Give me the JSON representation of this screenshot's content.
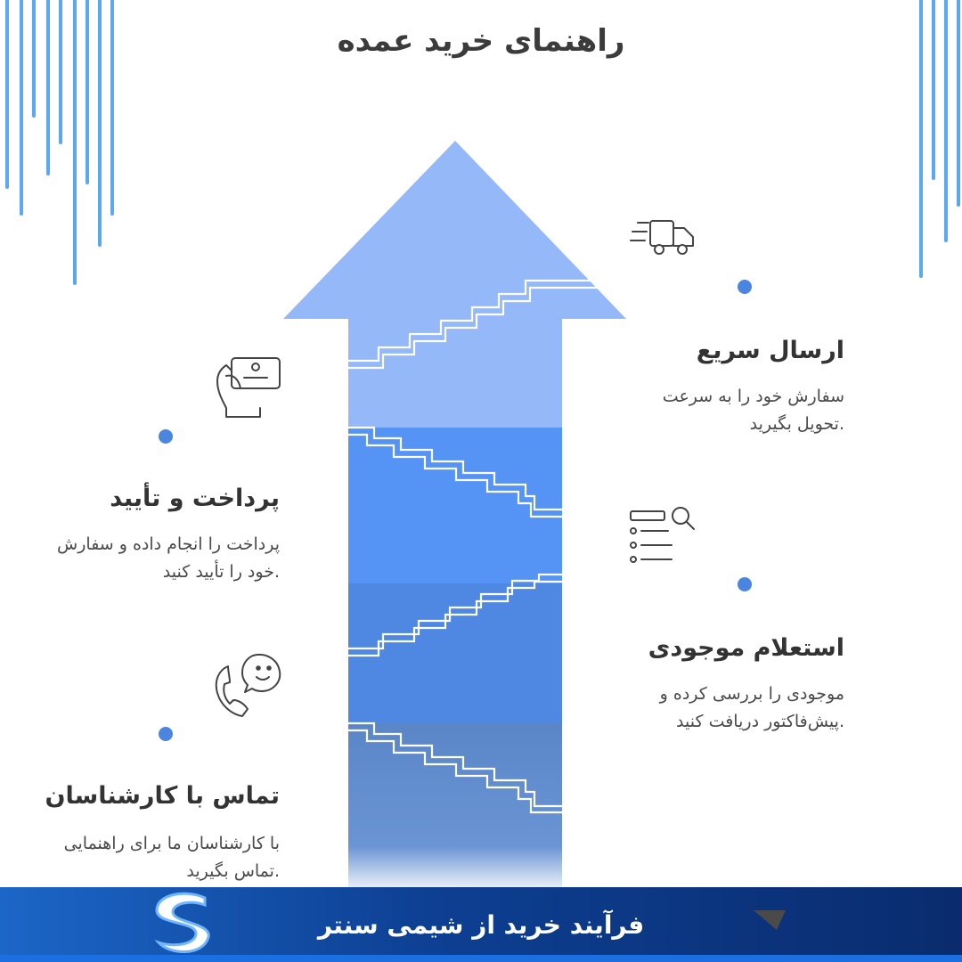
{
  "title": "راهنمای خرید عمده",
  "steps": [
    {
      "title": "ارسال سریع",
      "desc_line1": "سفارش خود را به سرعت",
      "desc_line2": ".تحویل بگیرید",
      "icon": "delivery-truck-icon"
    },
    {
      "title": "استعلام موجودی",
      "desc_line1": "موجودی را بررسی کرده و",
      "desc_line2": ".پیش‌فاکتور دریافت کنید",
      "icon": "search-list-icon"
    },
    {
      "title": "پرداخت و تأیید",
      "desc_line1": "پرداخت را انجام داده و سفارش",
      "desc_line2": ".خود را تأیید کنید",
      "icon": "hand-card-icon"
    },
    {
      "title": "تماس با کارشناسان",
      "desc_line1": "با کارشناسان ما برای راهنمایی",
      "desc_line2": ".تماس بگیرید",
      "icon": "phone-chat-icon"
    }
  ],
  "footer": {
    "text": "فرآیند خرید از شیمی سنتر"
  },
  "colors": {
    "arrow_top": "#94b8f8",
    "arrow_mid": "#5593f5",
    "arrow_low": "#4a82dd",
    "arrow_bottom": "#5a86c8",
    "dot": "#4a86e0",
    "footer": "#0d3f92"
  }
}
